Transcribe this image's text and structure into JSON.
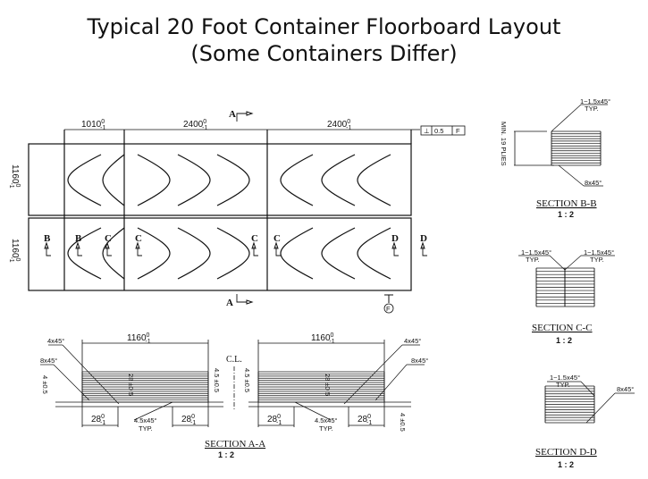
{
  "title": {
    "line1": "Typical 20 Foot Container Floorboard Layout",
    "line2": "(Some Containers Differ)"
  },
  "plan": {
    "dims": [
      {
        "value": "1010",
        "upper": "0",
        "lower": "-1"
      },
      {
        "value": "2400",
        "upper": "0",
        "lower": "-1"
      },
      {
        "value": "2400",
        "upper": "0",
        "lower": "-1"
      }
    ],
    "width_dims": [
      {
        "value": "1160",
        "upper": "0",
        "lower": "-1"
      },
      {
        "value": "1160",
        "upper": "0",
        "lower": "-1"
      }
    ],
    "tolerance": {
      "symbol": "⊥",
      "value": "0.5",
      "datum": "F"
    },
    "datum_marker": "F",
    "section_marks": {
      "A": "A",
      "B": "B",
      "C": "C",
      "D": "D"
    }
  },
  "section_aa": {
    "title": "SECTION A-A",
    "scale": "1 : 2",
    "width": {
      "value": "1160",
      "upper": "0",
      "lower": "-1"
    },
    "chamfer_top": "4x45°",
    "chamfer_edge": "8x45°",
    "thickness": "28 ±0.5",
    "gap": "4.5 ±0.5",
    "step": "4 ±0.5",
    "tongue": {
      "value": "28",
      "upper": "0",
      "lower": "-1"
    },
    "typ_chamfer": "4.5x45°",
    "typ": "TYP.",
    "centerline": "C.L."
  },
  "section_bb": {
    "title": "SECTION B-B",
    "scale": "1 : 2",
    "plies": "MIN. 19 PLIES",
    "chamfer": "1~1.5x45°",
    "typ": "TYP.",
    "edge": "8x45°"
  },
  "section_cc": {
    "title": "SECTION C-C",
    "scale": "1 : 2",
    "chamfer": "1~1.5x45°",
    "typ": "TYP."
  },
  "section_dd": {
    "title": "SECTION D-D",
    "scale": "1 : 2",
    "chamfer": "1~1.5x45°",
    "typ": "TYP.",
    "edge": "8x45°"
  }
}
